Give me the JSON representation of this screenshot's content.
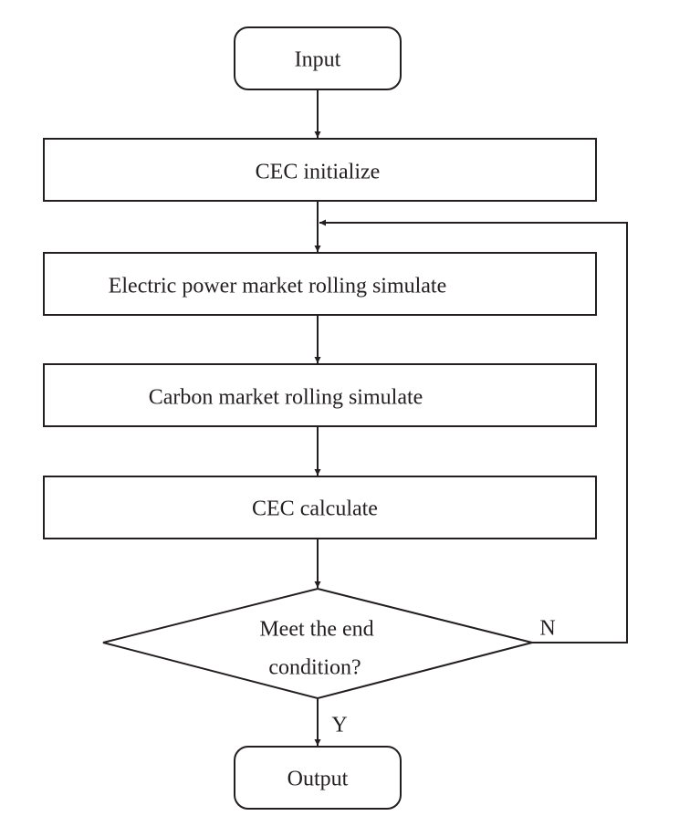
{
  "diagram": {
    "nodes": {
      "input": {
        "label": "Input"
      },
      "cec_initialize": {
        "label": "CEC initialize"
      },
      "electric_market": {
        "label": "Electric power market rolling simulate"
      },
      "carbon_market": {
        "label": "Carbon market rolling simulate"
      },
      "cec_calculate": {
        "label": "CEC calculate"
      },
      "end_condition": {
        "line1": "Meet the end",
        "line2": "condition?"
      },
      "output": {
        "label": "Output"
      }
    },
    "edges": {
      "no_label": "N",
      "yes_label": "Y"
    }
  }
}
